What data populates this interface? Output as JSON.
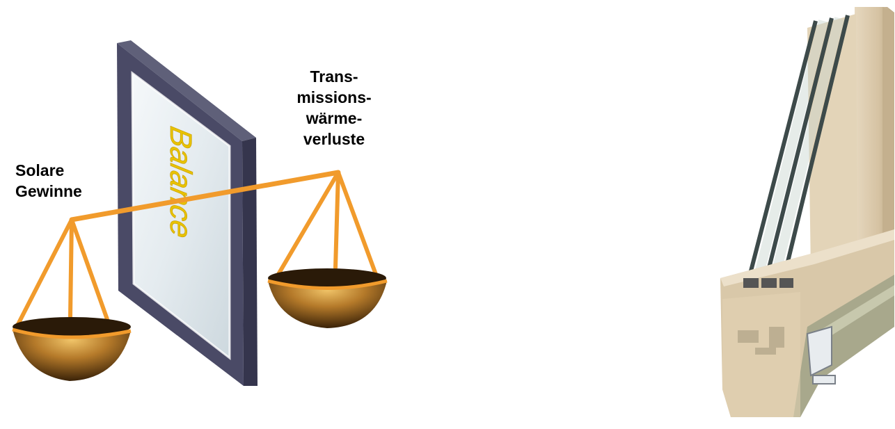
{
  "labels": {
    "solar": [
      "Solare",
      "Gewinne"
    ],
    "transmission": [
      "Trans-",
      "missions-",
      "wärme-",
      "verluste"
    ]
  },
  "glass_text": "Balance",
  "colors": {
    "scale_beam": "#f19b2c",
    "pan_dark": "#2a1a08",
    "pan_gold": "#c99440",
    "glass_frame": "#4a4a66",
    "wood": "#d8c7aa",
    "glass_text": "#e8c200"
  }
}
